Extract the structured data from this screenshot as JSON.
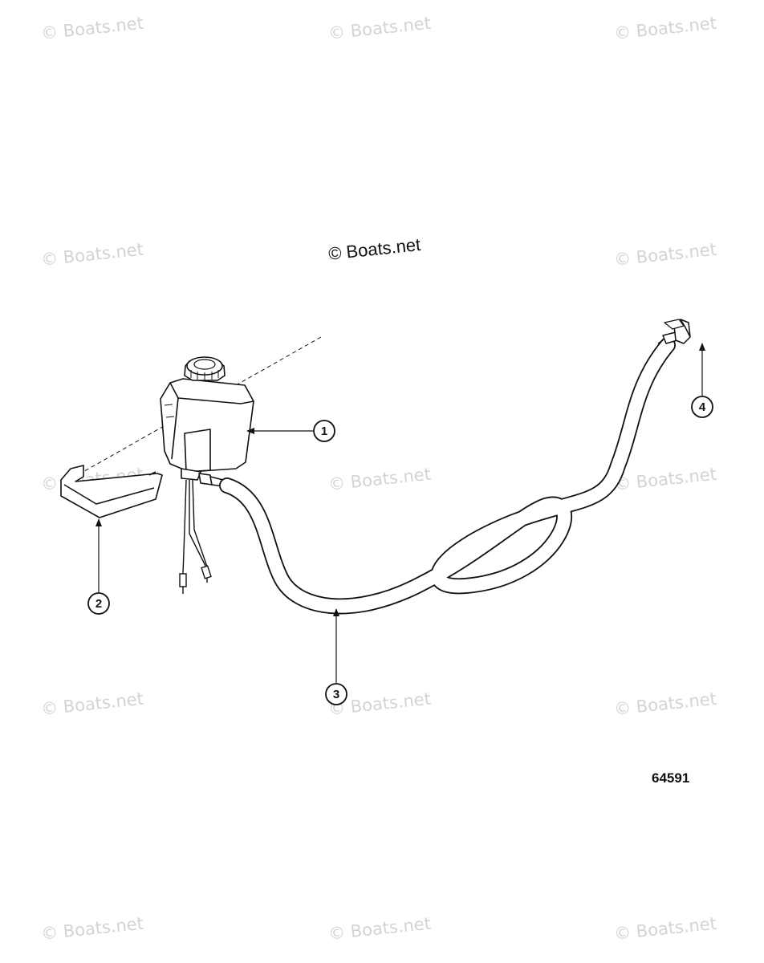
{
  "watermark_text": "© Boats.net",
  "center_watermark": "© Boats.net",
  "diagram_number": "64591",
  "callouts": [
    {
      "label": "1"
    },
    {
      "label": "2"
    },
    {
      "label": "3"
    },
    {
      "label": "4"
    }
  ],
  "colors": {
    "line": "#111111",
    "watermark": "#d3d3d3"
  }
}
